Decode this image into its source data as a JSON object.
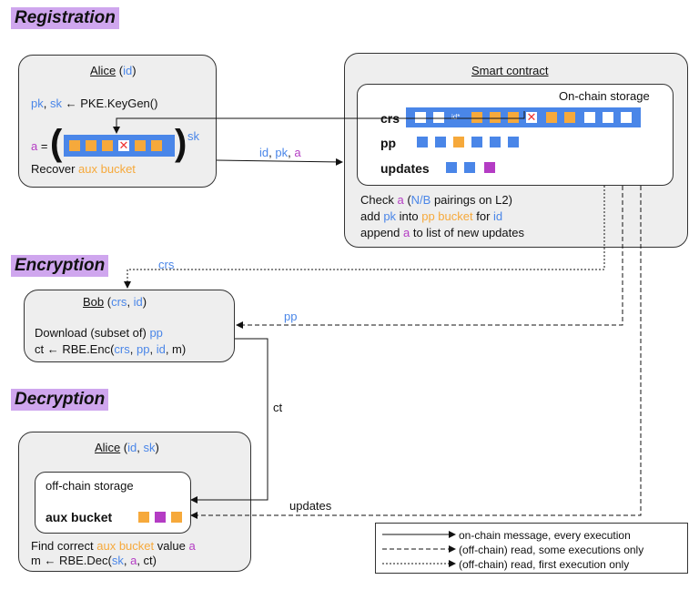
{
  "sections": {
    "registration": "Registration",
    "encryption": "Encryption",
    "decryption": "Decryption"
  },
  "alice_reg": {
    "title_name": "Alice",
    "title_paren_open": " (",
    "title_id": "id",
    "title_paren_close": ")",
    "pk": "pk",
    "comma": ", ",
    "sk": "sk",
    "keygen": " ← PKE.KeyGen()",
    "a": "a",
    "equals": " =",
    "exp_sk": "sk",
    "recover": "Recover ",
    "aux_bucket": "aux bucket"
  },
  "msg_reg": {
    "id": "id",
    "c1": ", ",
    "pk": "pk",
    "c2": ", ",
    "a": "a"
  },
  "smart_contract": {
    "title": "Smart contract",
    "storage_label": "On-chain storage",
    "crs": "crs",
    "crs_marker": "id*",
    "pp": "pp",
    "updates": "updates",
    "check_1": "Check ",
    "check_a": "a",
    "check_2": " (",
    "check_nb": "N/B",
    "check_3": " pairings on L2)",
    "add_1": "add ",
    "add_pk": "pk",
    "add_2": " into ",
    "add_pp": "pp bucket",
    "add_3": " for ",
    "add_id": "id",
    "append_1": "append ",
    "append_a": "a",
    "append_2": " to list of new updates"
  },
  "bob": {
    "title_name": "Bob",
    "title_open": " (",
    "title_crs": "crs",
    "title_comma": ", ",
    "title_id": "id",
    "title_close": ")",
    "download_1": "Download (subset of) ",
    "download_pp": "pp",
    "enc_1": "ct ← RBE.Enc(",
    "enc_crs": "crs",
    "enc_c1": ", ",
    "enc_pp": "pp",
    "enc_c2": ", ",
    "enc_id": "id",
    "enc_2": ", m)"
  },
  "arrow_labels": {
    "crs": "crs",
    "pp": "pp",
    "ct": "ct",
    "updates": "updates"
  },
  "alice_dec": {
    "title_name": "Alice",
    "title_open": " (",
    "title_id": "id",
    "title_comma": ", ",
    "title_sk": "sk",
    "title_close": ")",
    "storage_label": "off-chain storage",
    "aux_bucket": "aux bucket",
    "find_1": "Find correct ",
    "find_aux": "aux bucket",
    "find_2": " value ",
    "find_a": "a",
    "dec_1": "m ← RBE.Dec(",
    "dec_sk": "sk",
    "dec_c1": ", ",
    "dec_a": "a",
    "dec_2": ", ct)"
  },
  "legend": {
    "solid": "on-chain message, every execution",
    "dashed": "(off-chain) read, some executions only",
    "dotted": "(off-chain) read, first execution only"
  },
  "colors": {
    "blue": "#4a86e8",
    "orange": "#f6a93b",
    "purple": "#b43cc4",
    "red": "#e33333",
    "highlight": "#cfa6ee"
  }
}
